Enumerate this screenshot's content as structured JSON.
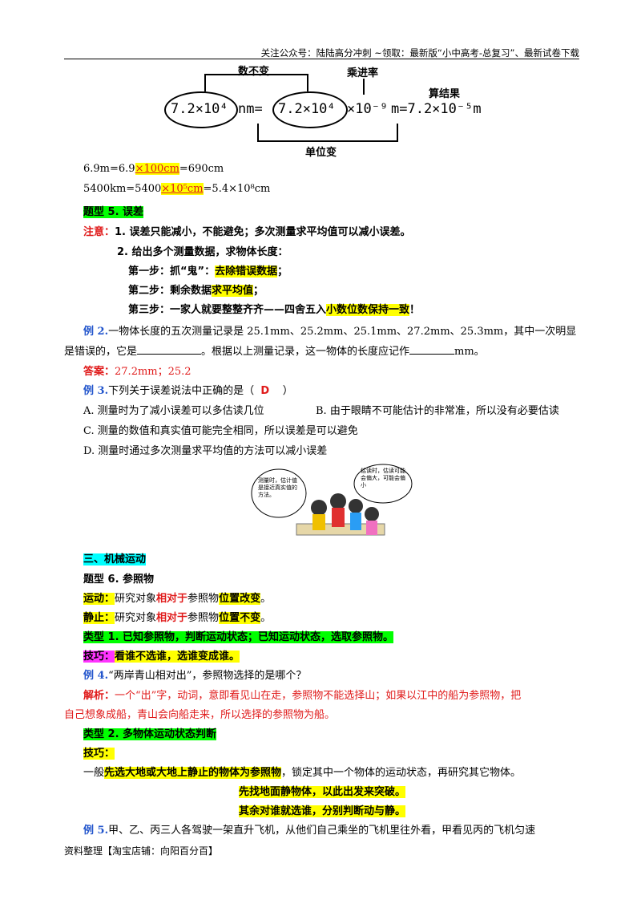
{
  "header": {
    "text": "关注公众号：陆陆高分冲刺  ~领取：最新版“小中高考-总复习”、最新试卷下载"
  },
  "diagram": {
    "left_expr": "7.2×10⁴",
    "unit_nm": "nm=",
    "mid_expr": "7.2×10⁴",
    "times_pow": "×10⁻⁹",
    "result": "m=7.2×10⁻⁵m",
    "label_num": "数不变",
    "label_mult": "乘进率",
    "label_calc": "算结果",
    "label_unit": "单位变"
  },
  "conversions": [
    {
      "prefix": "6.9m=6.9",
      "box": "×100cm",
      "suffix": "=690cm"
    },
    {
      "prefix": "5400km=5400",
      "box": "×10⁵cm",
      "suffix": "=5.4×10⁸cm"
    }
  ],
  "type5": {
    "title": "题型 5. 误差",
    "note_label": "注意：",
    "note1": "1. 误差只能减小，不能避免；多次测量求平均值可以减小误差。",
    "note2": "2. 给出多个测量数据，求物体长度：",
    "step1_a": "第一步：抓“鬼”：",
    "step1_b": "去除错误数据",
    "step1_c": "；",
    "step2_a": "第二步：剩余数据",
    "step2_b": "求平均值",
    "step2_c": "；",
    "step3_a": "第三步：一家人就要整整齐齐——四舍五入",
    "step3_b": "小数位数保持一致",
    "step3_c": "！"
  },
  "ex2": {
    "label": "例 2.",
    "line1": "一物体长度的五次测量记录是 25.1mm、25.2mm、25.1mm、27.2mm、25.3mm，其中一次明显",
    "line2_a": "是错误的，它是",
    "line2_b": "。根据以上测量记录，这一物体的长度应记作",
    "line2_c": "mm。",
    "answer_label": "答案：",
    "answer": "27.2mm；25.2"
  },
  "ex3": {
    "label": "例 3.",
    "question_a": "下列关于误差说法中正确的是（",
    "answer": "D",
    "question_b": "）",
    "optA": "A. 测量时为了减小误差可以多估读几位",
    "optB": "B. 由于眼睛不可能估计的非常准，所以没有必要估读",
    "optC": "C. 测量的数值和真实值可能完全相同，所以误差是可以避免",
    "optD": "D. 测量时通过多次测量求平均值的方法可以减小误差"
  },
  "cartoon": {
    "bubble_left": "测量时，估计值是接近真实值的方法。",
    "bubble_right": "估读时，估读可能会偏大，可能会偏小"
  },
  "section3": {
    "title": "三、机械运动",
    "type6_title": "题型 6. 参照物",
    "motion_label": "运动：",
    "motion_a": "研究对象",
    "motion_b": "相对于",
    "motion_c": "参照物",
    "motion_d": "位置改变",
    "motion_e": "。",
    "rest_label": "静止：",
    "rest_a": "研究对象",
    "rest_b": "相对于",
    "rest_c": "参照物",
    "rest_d": "位置不变",
    "rest_e": "。",
    "kind1": "类型 1. 已知参照物，判断运动状态；已知运动状态，选取参照物。",
    "tip_label": "技巧：",
    "tip1": "看谁不选谁，选谁变成谁。",
    "ex4_label": "例 4.",
    "ex4": "“两岸青山相对出”，参照物选择的是哪个？",
    "analysis_label": "解析：",
    "analysis1": "一个“出”字，动词，意即看见山在走，参照物不能选择山；如果以江中的船为参照物，把",
    "analysis2": "自己想象成船，青山会向船走来，所以选择的参照物为船。",
    "kind2": "类型 2. 多物体运动状态判断",
    "tip2_label": "技巧：",
    "general_a": "一般",
    "general_b": "先选大地或大地上静止的物体为参照物",
    "general_c": "，锁定其中一个物体的运动状态，再研究其它物体。",
    "center1": "先找地面静物体，以此出发来突破。",
    "center2": "其余对谁就选谁，分别判断动与静。",
    "ex5_label": "例 5.",
    "ex5": "甲、乙、丙三人各驾驶一架直升飞机，从他们自己乘坐的飞机里往外看，甲看见丙的飞机匀速"
  },
  "footer": {
    "text": "资料整理【淘宝店铺：向阳百分百】"
  }
}
